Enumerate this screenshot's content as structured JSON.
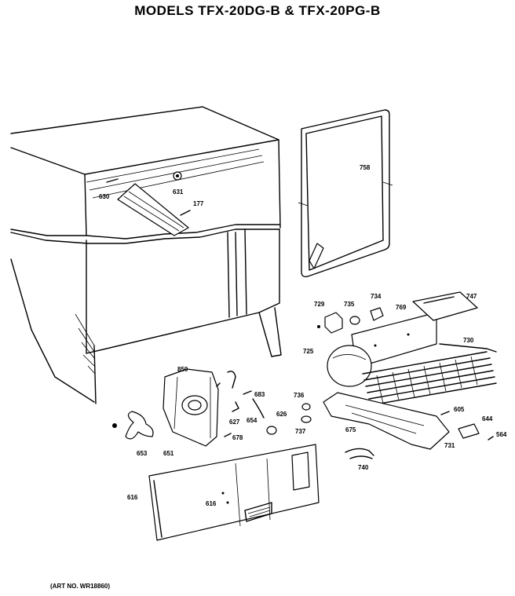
{
  "title": "MODELS TFX-20DG-B & TFX-20PG-B",
  "art_number": "(ART NO. WR18860)",
  "part_labels": {
    "p630": "630",
    "p631": "631",
    "p177": "177",
    "p758": "758",
    "p729": "729",
    "p735": "735",
    "p734": "734",
    "p769": "769",
    "p747": "747",
    "p725": "725",
    "p730": "730",
    "p850": "850",
    "p683": "683",
    "p736": "736",
    "p626": "626",
    "p627": "627",
    "p654": "654",
    "p678": "678",
    "p737": "737",
    "p675": "675",
    "p605": "605",
    "p644": "644",
    "p564": "564",
    "p731": "731",
    "p653": "653",
    "p651": "651",
    "p740": "740",
    "p616a": "616",
    "p616b": "616"
  }
}
